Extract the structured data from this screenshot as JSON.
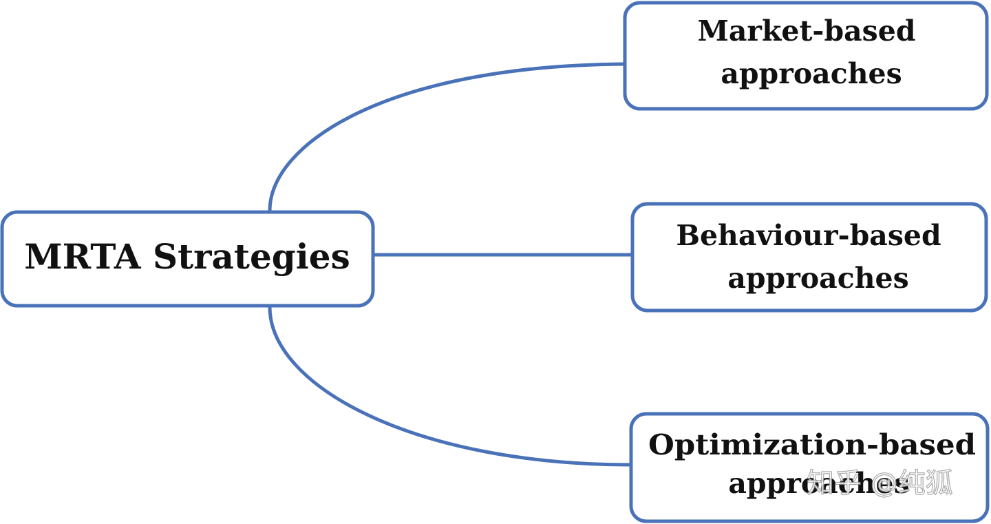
{
  "diagram": {
    "root": {
      "label": "MRTA Strategies"
    },
    "branches": [
      {
        "line1": "Market-based",
        "line2": "approaches"
      },
      {
        "line1": "Behaviour-based",
        "line2": "approaches"
      },
      {
        "line1": "Optimization-based",
        "line2": "approaches"
      }
    ],
    "colors": {
      "stroke": "#4a72b8",
      "text": "#111111"
    }
  },
  "watermark": {
    "text": "知乎 @纯狐"
  }
}
